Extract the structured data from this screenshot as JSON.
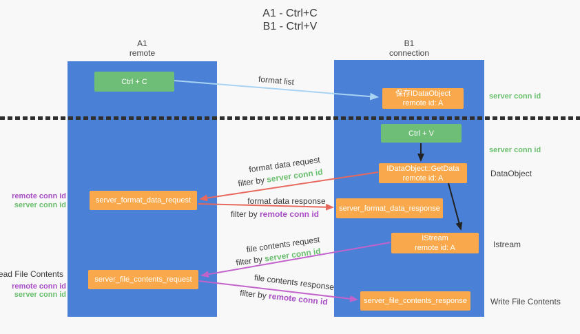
{
  "title": {
    "line1": "A1 - Ctrl+C",
    "line2": "B1 - Ctrl+V"
  },
  "columns": {
    "a": {
      "id": "A1",
      "role": "remote"
    },
    "b": {
      "id": "B1",
      "role": "connection"
    }
  },
  "nodes": {
    "ctrl_c": {
      "label": "Ctrl + C"
    },
    "save_idataobject": {
      "line1": "保存IDataObject",
      "line2": "remote id: A"
    },
    "ctrl_v": {
      "label": "Ctrl + V"
    },
    "getdata": {
      "line1": "IDataObject::GetData",
      "line2": "remote id: A"
    },
    "format_request": {
      "label": "server_format_data_request"
    },
    "format_response": {
      "label": "server_format_data_response"
    },
    "istream": {
      "line1": "IStream",
      "line2": "remote id: A"
    },
    "file_request": {
      "label": "server_file_contents_request"
    },
    "file_response": {
      "label": "server_file_contents_response"
    }
  },
  "flow_labels": {
    "format_list": "format list",
    "format_data_request": "format data request",
    "format_data_response": "format data response",
    "file_contents_request": "file contents request",
    "file_contents_response": "file contents response",
    "filter_by": "filter by ",
    "server_conn_id": "server conn id",
    "remote_conn_id": "remote conn id"
  },
  "left_labels": {
    "remote_conn_id_1": "remote conn id",
    "server_conn_id_1": "server conn id",
    "read_file_contents": "Read File Contents",
    "remote_conn_id_2": "remote conn id",
    "server_conn_id_2": "server conn id"
  },
  "right_labels": {
    "server_conn_id_1": "server conn id",
    "server_conn_id_2": "server conn id",
    "dataobject": "DataObject",
    "istream": "Istream",
    "write_file_contents": "Write File Contents"
  },
  "colors": {
    "column_blue": "#4a80d5",
    "node_green": "#6fbe77",
    "node_orange": "#f9a94c",
    "arrow_light_blue": "#a9d3f2",
    "arrow_red": "#e8685e",
    "arrow_magenta": "#c263cc",
    "arrow_black": "#222222",
    "label_green": "#6abf6e",
    "label_purple": "#a94fc5",
    "divider_black": "#2f2f2f"
  }
}
